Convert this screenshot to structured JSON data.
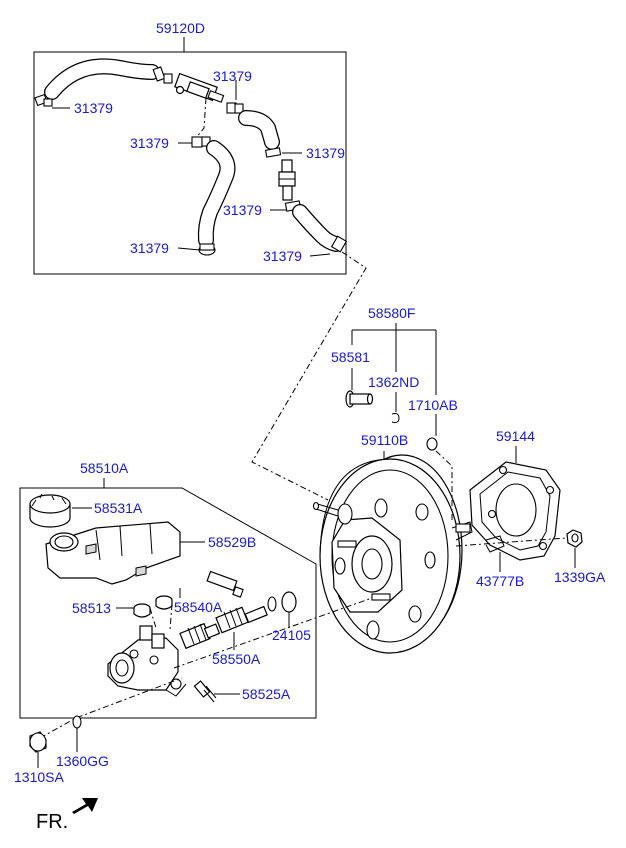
{
  "labels": {
    "hose_assy": "59120D",
    "clamp_1": "31379",
    "clamp_2": "31379",
    "clamp_3": "31379",
    "clamp_4": "31379",
    "clamp_5": "31379",
    "clamp_6": "31379",
    "clamp_7": "31379",
    "booster_kit": "58580F",
    "pin": "58581",
    "clip": "1362ND",
    "o_ring": "1710AB",
    "gasket": "59144",
    "booster": "59110B",
    "bracket": "43777B",
    "nut": "1339GA",
    "master_cyl": "58510A",
    "reservoir_cap": "58531A",
    "reservoir": "58529B",
    "grommet": "58513",
    "sensor": "58540A",
    "seal": "24105",
    "repair_kit": "58550A",
    "bolt": "58525A",
    "nut_bottom": "1310SA",
    "washer_bottom": "1360GG",
    "front": "FR."
  },
  "colors": {
    "label": "#1a1ad0",
    "line": "#000000",
    "background": "#ffffff"
  }
}
